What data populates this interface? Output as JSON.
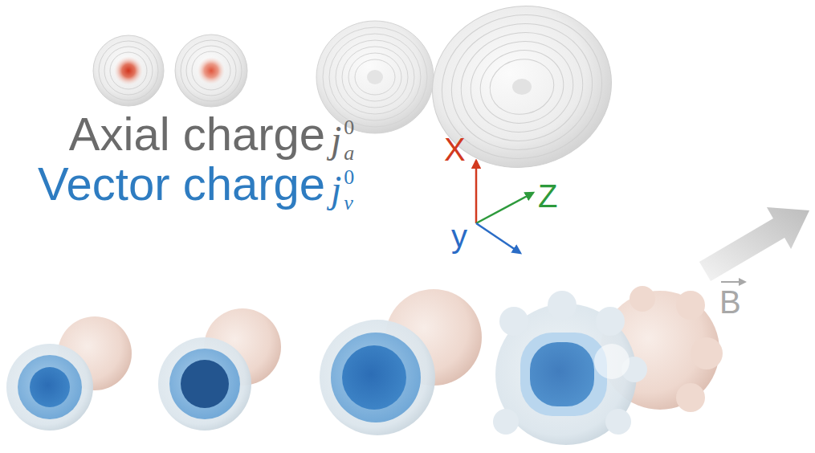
{
  "diagram": {
    "labels": [
      "Axial charge",
      "j",
      "0",
      "a",
      "Vector charge",
      "j",
      "0",
      "v",
      "X",
      "Z",
      "y",
      "B"
    ]
  }
}
